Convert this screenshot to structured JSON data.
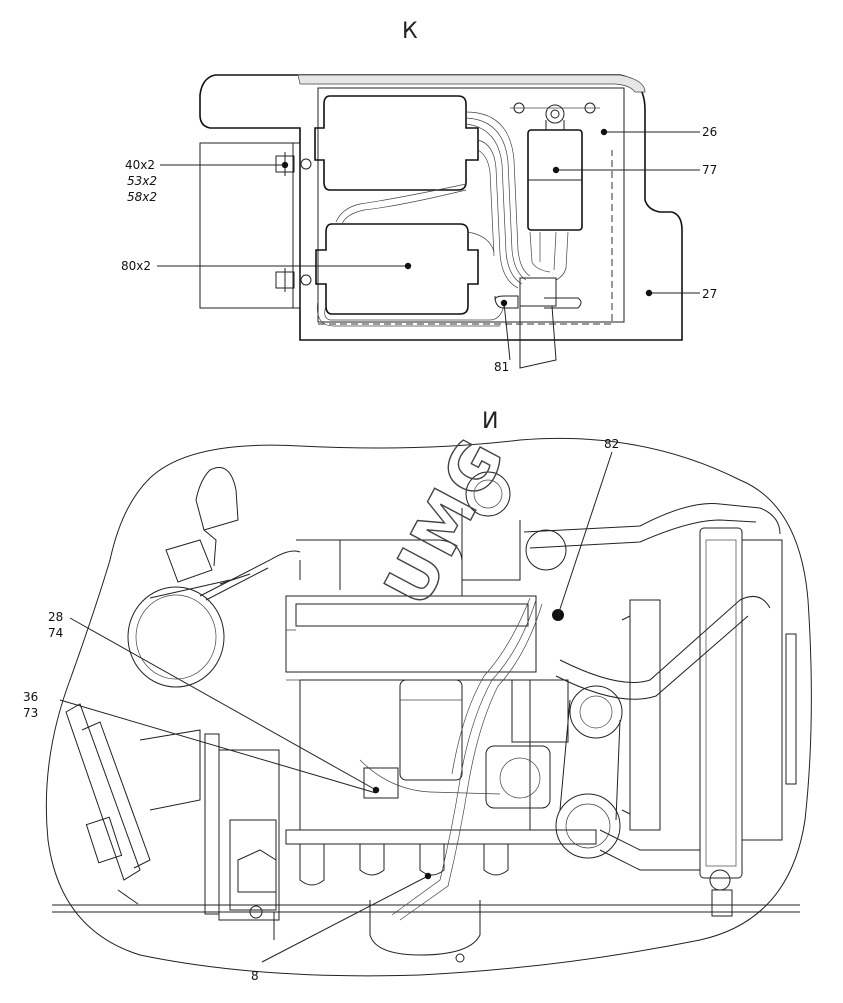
{
  "views": {
    "view_k": "К",
    "view_i": "И"
  },
  "callouts": {
    "c26": "26",
    "c77": "77",
    "c27": "27",
    "c40x2": "40x2",
    "c53x2": "53x2",
    "c58x2": "58x2",
    "c80x2": "80x2",
    "c81": "81",
    "c82": "82",
    "c28": "28",
    "c74": "74",
    "c36": "36",
    "c73": "73",
    "c8": "8"
  },
  "watermark": "UMG"
}
